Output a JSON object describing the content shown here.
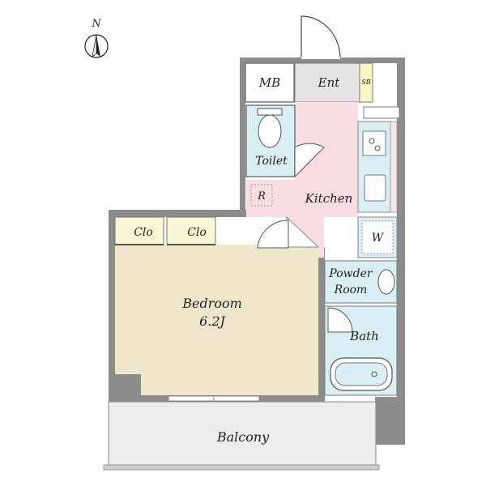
{
  "compass": {
    "letter": "N"
  },
  "rooms": {
    "mb": "MB",
    "ent": "Ent",
    "sb": "SB",
    "toilet": "Toilet",
    "kitchen": "Kitchen",
    "r": "R",
    "clo1": "Clo",
    "clo2": "Clo",
    "w": "W",
    "powder_line1": "Powder",
    "powder_line2": "Room",
    "bedroom_line1": "Bedroom",
    "bedroom_line2": "6.2J",
    "bath": "Bath",
    "balcony": "Balcony"
  },
  "colors": {
    "bedroom": "#efe6cc",
    "kitchen": "#fadde2",
    "toilet": "#d9eef5",
    "bath": "#d9eef5",
    "powder": "#d9eef5",
    "closet": "#fbf5d6",
    "entrance": "#e4e4e4",
    "balcony": "#ededed",
    "wall": "#8c8c8c",
    "mb": "#ffffff",
    "sb": "#fbf5c2"
  }
}
